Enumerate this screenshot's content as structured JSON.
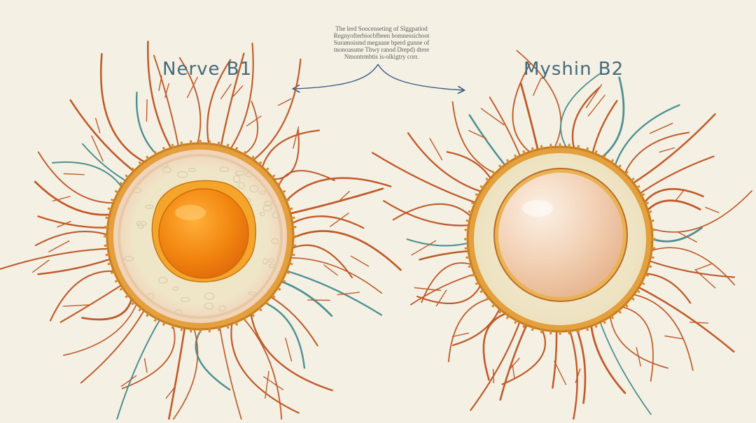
{
  "labels": {
    "left": "Nerve B1",
    "right": "Myshin B2"
  },
  "caption": {
    "lines": [
      "The lerd Soocenseting of Slggpatiod",
      "Regnyofterbiocbfbeen bomnessichoot",
      "Suramoismd megaane bperd gunne of",
      "tnonoassme Thwy ranod Drepd) dtere",
      "Nmontrmbtis is-olkigtry corr."
    ]
  },
  "colors": {
    "background": "#f4f1e4",
    "label": "#46697a",
    "arrow": "#3a5a8a",
    "dendrite_orange": "#c05a2a",
    "dendrite_teal": "#4f8f92",
    "membrane": "#d9912e",
    "cytoplasm": "#efe5c6",
    "nucleus_left": "#f08a12",
    "nucleus_right": "#f2cdb0"
  }
}
